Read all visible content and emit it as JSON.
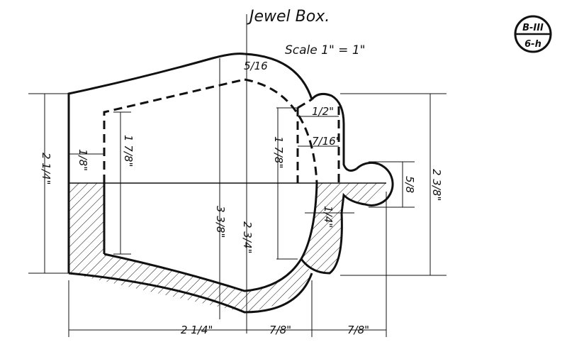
{
  "title": "Jewel Box.",
  "scale": "Scale 1\" = 1\"",
  "badge": {
    "top": "B-III",
    "bottom": "6-h"
  },
  "dimensions": {
    "overall_height_left": "2 1/4\"",
    "wall_thickness": "1/8\"",
    "inner_height_left": "1 7/8\"",
    "top_thickness": "5/16",
    "depth_outer": "3 3/8\"",
    "depth_inner": "2 3/4\"",
    "inner_height_right": "1 7/8\"",
    "lid_lip": "1/2\"",
    "lid_offset": "7/16\"",
    "lip_thickness": "1/4\"",
    "knob": "5/8",
    "overall_height_right": "2 3/8\"",
    "bottom_left": "2 1/4\"",
    "bottom_mid": "7/8\"",
    "bottom_right": "7/8\""
  }
}
